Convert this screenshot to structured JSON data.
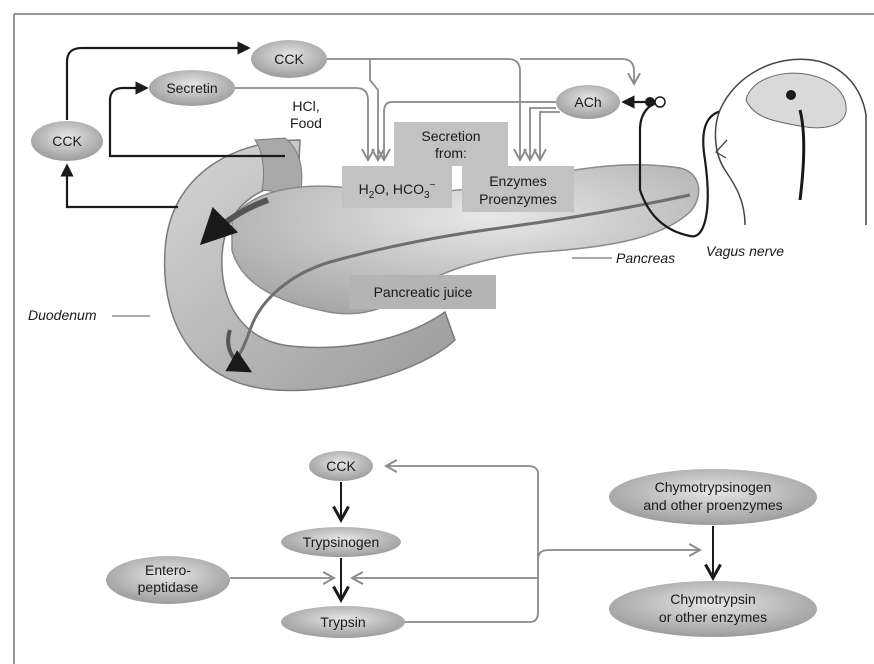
{
  "diagram": {
    "top": {
      "cck_left": "CCK",
      "cck_top": "CCK",
      "secretin": "Secretin",
      "hcl_line1": "HCl,",
      "hcl_line2": "Food",
      "ach": "ACh",
      "secretion_line1": "Secretion",
      "secretion_line2": "from:",
      "h2o_prefix": "H",
      "h2o_sub": "2",
      "h2o_mid": "O, HCO",
      "hco3_sub": "3",
      "hco3_sup": "−",
      "enzymes_line1": "Enzymes",
      "enzymes_line2": "Proenzymes",
      "pancreatic_juice": "Pancreatic juice",
      "pancreas": "Pancreas",
      "duodenum": "Duodenum",
      "vagus_nerve": "Vagus nerve"
    },
    "bottom": {
      "cck": "CCK",
      "trypsinogen": "Trypsinogen",
      "enteropeptidase_line1": "Entero-",
      "enteropeptidase_line2": "peptidase",
      "trypsin": "Trypsin",
      "chymotrypsinogen_line1": "Chymotrypsinogen",
      "chymotrypsinogen_line2": "and other proenzymes",
      "chymotrypsin_line1": "Chymotrypsin",
      "chymotrypsin_line2": "or other enzymes"
    },
    "colors": {
      "pill_fill": "#b9b9b9",
      "box_fill": "#c2c2c2",
      "arrow_dark": "#1a1a1a",
      "arrow_grey": "#8a8a8a",
      "pancreas_fill": "#cfcfcf",
      "duodenum_fill": "#bdbdbd",
      "duct_color": "#6e6e6e"
    }
  }
}
